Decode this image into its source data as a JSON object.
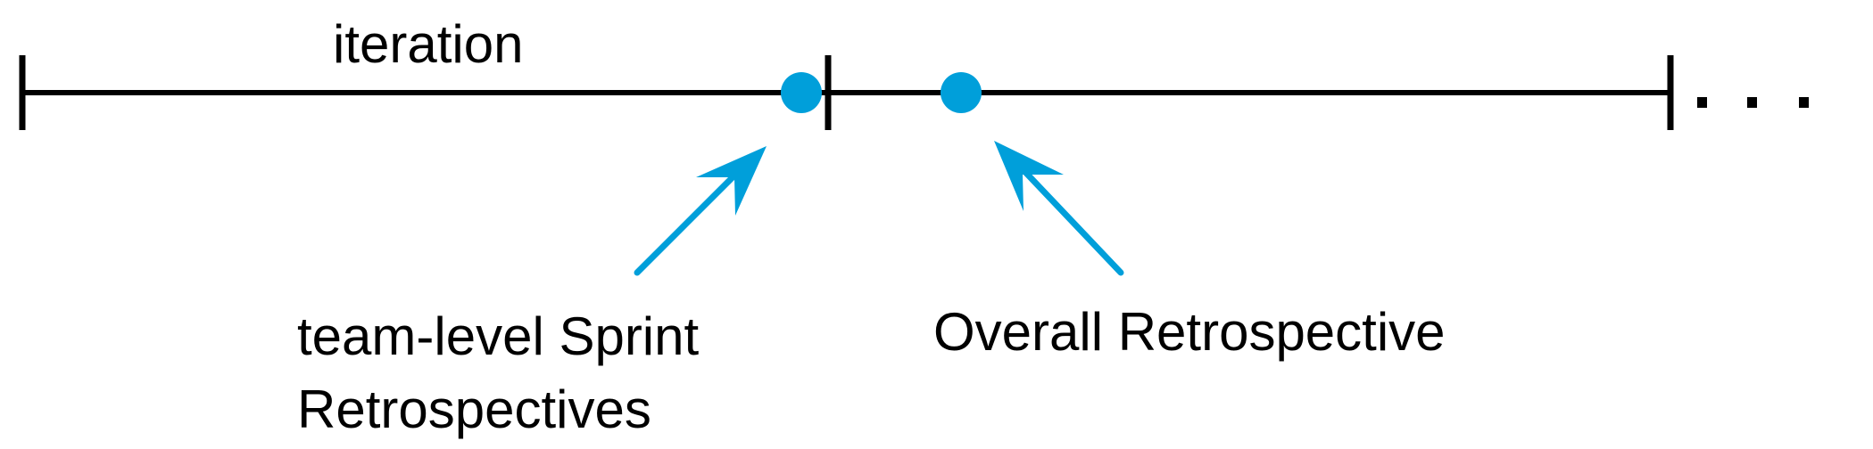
{
  "labels": {
    "iteration": "iteration",
    "sprint_retro_line1": "team-level Sprint",
    "sprint_retro_line2": "Retrospectives",
    "overall_retro": "Overall Retrospective",
    "continuation": "..."
  },
  "colors": {
    "timeline": "#000000",
    "marker": "#009fda",
    "arrow": "#009fda",
    "text": "#000000"
  }
}
